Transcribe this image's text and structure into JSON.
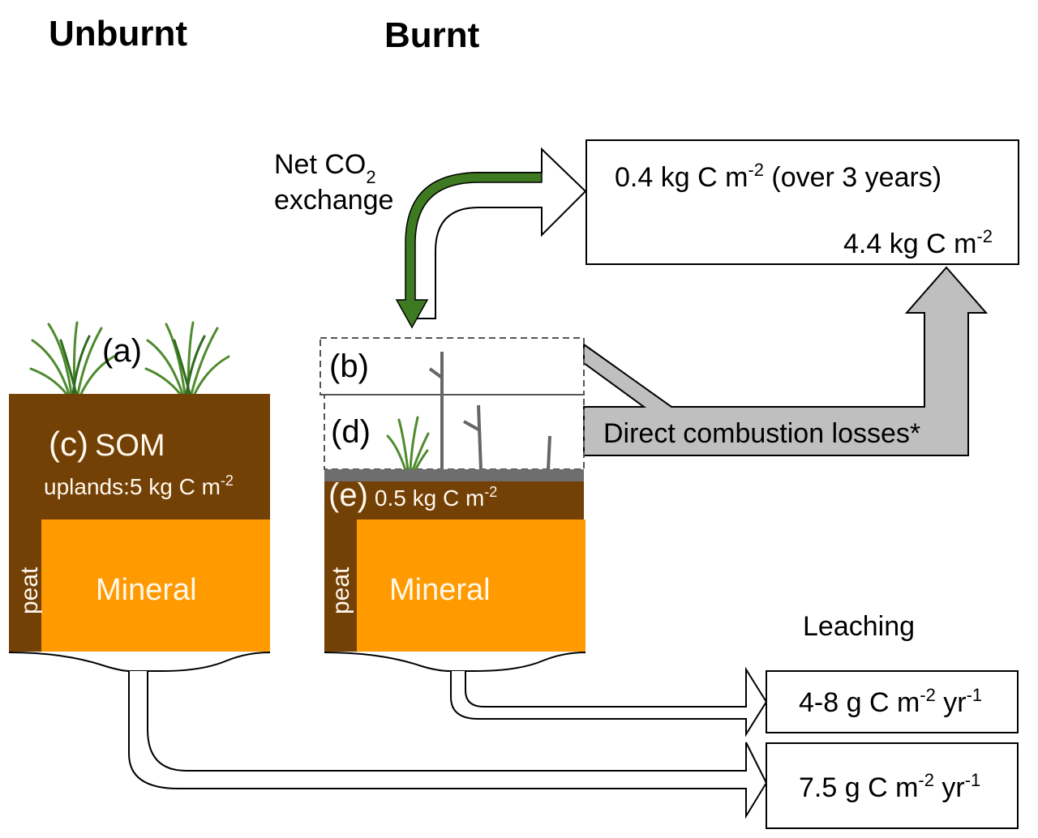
{
  "titles": {
    "unburnt": "Unburnt",
    "burnt": "Burnt"
  },
  "colors": {
    "som_brown": "#734006",
    "mineral_orange": "#FF9A00",
    "ash_gray": "#6E6E6E",
    "co2_arrow_green": "#3E7A21",
    "combustion_arrow_gray": "#BFBFBF",
    "grass_green": "#4E8A2E"
  },
  "co2": {
    "label_line1": "Net CO",
    "label_sub": "2",
    "label_line2": "exchange"
  },
  "atmosphere_box": {
    "line1_value": "0.4 kg C m",
    "line1_exp": "-2",
    "line1_suffix": " (over 3 years)",
    "line2_value": "4.4 kg C m",
    "line2_exp": "-2"
  },
  "unburnt": {
    "vegetation_label": "(a)",
    "som_label": "(c)",
    "som_name": "SOM",
    "som_stock": "uplands:5 kg C m",
    "som_stock_exp": "-2",
    "peat_label": "peat",
    "mineral_label": "Mineral"
  },
  "burnt": {
    "canopy_label": "(b)",
    "understory_label": "(d)",
    "organic_label": "(e)",
    "organic_stock": "0.5 kg C m",
    "organic_stock_exp": "-2",
    "peat_label": "peat",
    "mineral_label": "Mineral"
  },
  "combustion": {
    "label": "Direct combustion losses*"
  },
  "leaching": {
    "title": "Leaching",
    "burnt_value": "4-8 g C m",
    "burnt_exp1": "-2",
    "burnt_unit": " yr",
    "burnt_exp2": "-1",
    "unburnt_value": "7.5 g C m",
    "unburnt_exp1": "-2",
    "unburnt_unit": " yr",
    "unburnt_exp2": "-1"
  }
}
